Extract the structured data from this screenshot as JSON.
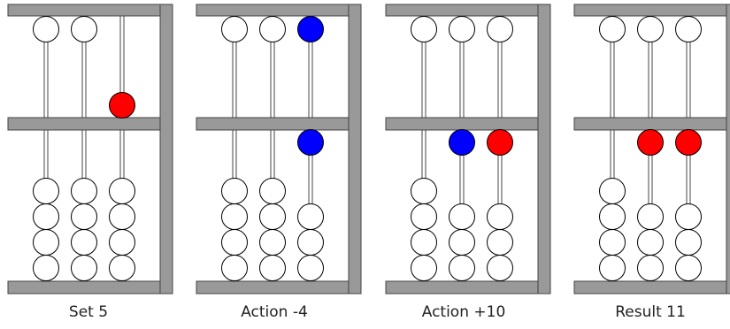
{
  "colors": {
    "frame": "#999999",
    "frame_stroke": "#444444",
    "rod": "#ffffff",
    "rod_stroke": "#444444",
    "bead_default": "#ffffff",
    "bead_stroke": "#000000",
    "bead_set": "#ff0000",
    "bead_subtract": "#0000ff"
  },
  "panels": [
    {
      "caption": "Set 5",
      "rods": [
        {
          "heaven": {
            "active": false,
            "color": "default"
          },
          "earth": {
            "active_count": 0,
            "color": "default"
          }
        },
        {
          "heaven": {
            "active": false,
            "color": "default"
          },
          "earth": {
            "active_count": 0,
            "color": "default"
          }
        },
        {
          "heaven": {
            "active": true,
            "color": "set"
          },
          "earth": {
            "active_count": 0,
            "color": "default"
          }
        }
      ]
    },
    {
      "caption": "Action -4",
      "rods": [
        {
          "heaven": {
            "active": false,
            "color": "default"
          },
          "earth": {
            "active_count": 0,
            "color": "default"
          }
        },
        {
          "heaven": {
            "active": false,
            "color": "default"
          },
          "earth": {
            "active_count": 0,
            "color": "default"
          }
        },
        {
          "heaven": {
            "active": false,
            "color": "subtract"
          },
          "earth": {
            "active_count": 1,
            "color": "subtract"
          }
        }
      ]
    },
    {
      "caption": "Action +10",
      "rods": [
        {
          "heaven": {
            "active": false,
            "color": "default"
          },
          "earth": {
            "active_count": 0,
            "color": "default"
          }
        },
        {
          "heaven": {
            "active": false,
            "color": "default"
          },
          "earth": {
            "active_count": 1,
            "color": "subtract"
          }
        },
        {
          "heaven": {
            "active": false,
            "color": "default"
          },
          "earth": {
            "active_count": 1,
            "color": "set"
          }
        }
      ]
    },
    {
      "caption": "Result 11",
      "rods": [
        {
          "heaven": {
            "active": false,
            "color": "default"
          },
          "earth": {
            "active_count": 0,
            "color": "default"
          }
        },
        {
          "heaven": {
            "active": false,
            "color": "default"
          },
          "earth": {
            "active_count": 1,
            "color": "set"
          }
        },
        {
          "heaven": {
            "active": false,
            "color": "default"
          },
          "earth": {
            "active_count": 1,
            "color": "set"
          }
        }
      ]
    }
  ]
}
